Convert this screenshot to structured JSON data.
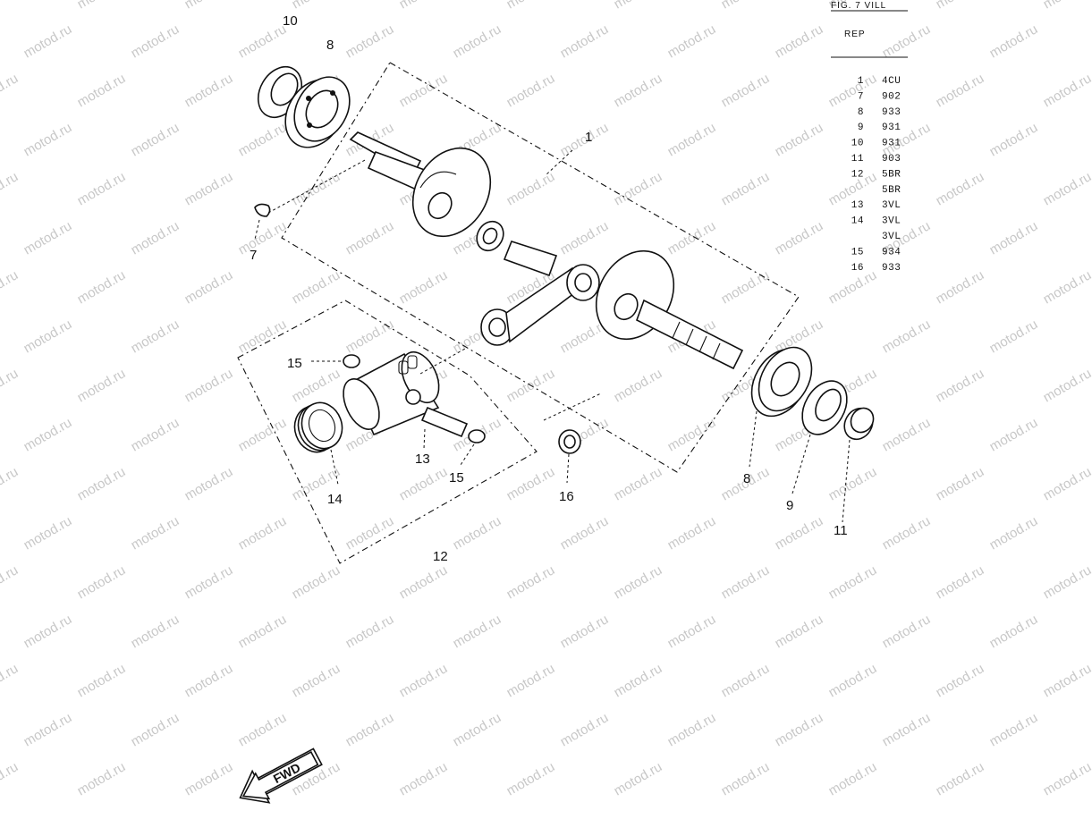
{
  "watermark": "motod.ru",
  "parts_table": {
    "header_top": "FIG. 7  VILL",
    "header_rep": "REP",
    "rows": [
      {
        "ref": "1",
        "code": "4CU"
      },
      {
        "ref": "7",
        "code": "902"
      },
      {
        "ref": "8",
        "code": "933"
      },
      {
        "ref": "9",
        "code": "931"
      },
      {
        "ref": "10",
        "code": "931"
      },
      {
        "ref": "11",
        "code": "903"
      },
      {
        "ref": "12",
        "code": "5BR"
      },
      {
        "ref": "",
        "code": "5BR"
      },
      {
        "ref": "13",
        "code": "3VL"
      },
      {
        "ref": "14",
        "code": "3VL"
      },
      {
        "ref": "",
        "code": "3VL"
      },
      {
        "ref": "15",
        "code": "934"
      },
      {
        "ref": "16",
        "code": "933"
      }
    ]
  },
  "callouts": {
    "c10": "10",
    "c8_top": "8",
    "c1": "1",
    "c7": "7",
    "c15_left": "15",
    "c13": "13",
    "c15_right": "15",
    "c14": "14",
    "c16": "16",
    "c12": "12",
    "c8_right": "8",
    "c9": "9",
    "c11": "11"
  },
  "fwd_label": "FWD"
}
